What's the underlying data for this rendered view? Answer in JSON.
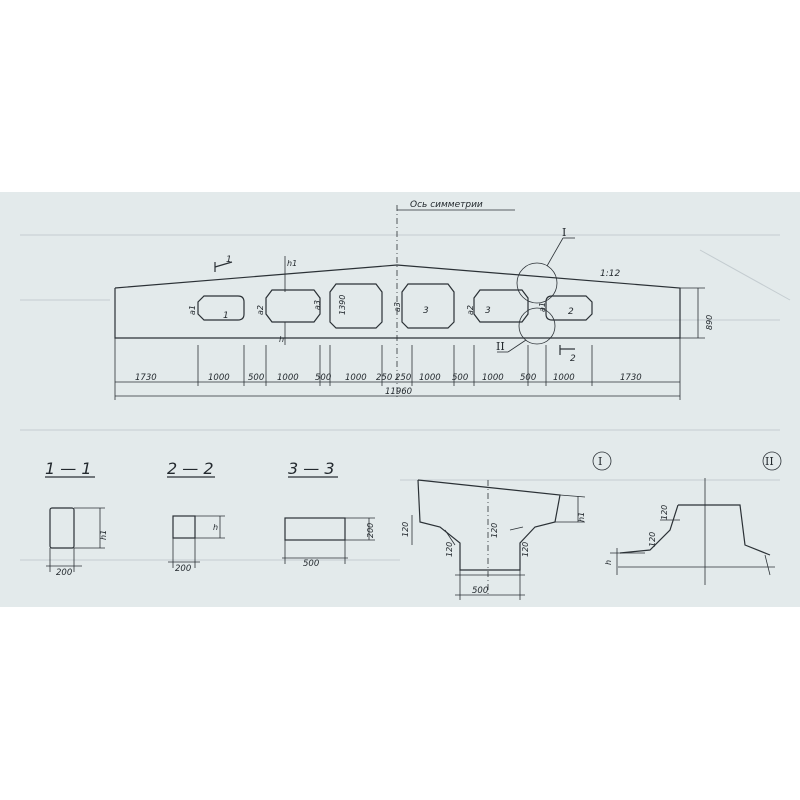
{
  "beam": {
    "axis_label": "Ось симметрии",
    "detail_marks": [
      "I",
      "II"
    ],
    "cut_marks": [
      "1",
      "2"
    ],
    "opening_marks": [
      "1",
      "3",
      "3",
      "2"
    ],
    "slope": "1:12",
    "opening_heights": [
      "a1",
      "a2",
      "a3",
      "a3",
      "a2",
      "a1"
    ],
    "h1": "h1",
    "h": "h",
    "heights": {
      "opening_height": "1390",
      "total": "890"
    },
    "dimensions": [
      "1730",
      "1000",
      "500",
      "1000",
      "500",
      "1000",
      "250",
      "250",
      "1000",
      "500",
      "1000",
      "500",
      "1000",
      "1730"
    ],
    "total_length": "11960"
  },
  "sections": [
    {
      "title": "1 — 1",
      "height": "h1",
      "width": "200"
    },
    {
      "title": "2 — 2",
      "height": "h",
      "width": "200"
    },
    {
      "title": "3 — 3",
      "height": "200",
      "width": "500"
    }
  ],
  "details": [
    {
      "mark": "I",
      "h1": "h1",
      "dims": [
        "120",
        "120",
        "120",
        "120"
      ],
      "width": "500"
    },
    {
      "mark": "II",
      "dims": [
        "120",
        "120"
      ],
      "h": "h"
    }
  ]
}
